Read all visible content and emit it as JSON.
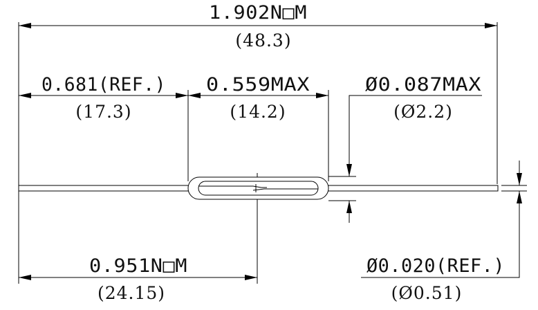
{
  "drawing": {
    "title": "",
    "colors": {
      "line": "#000000",
      "text": "#111111",
      "background": "#ffffff"
    },
    "dimensions": {
      "overall_length": {
        "imperial": "1.902N□M",
        "metric": "(48.3)"
      },
      "lead_length_left": {
        "imperial": "0.681(REF.)",
        "metric": "(17.3)"
      },
      "glass_length": {
        "imperial": "0.559MAX",
        "metric": "(14.2)"
      },
      "glass_diameter": {
        "imperial": "Ø0.087MAX",
        "metric": "(Ø2.2)"
      },
      "center_distance": {
        "imperial": "0.951N□M",
        "metric": "(24.15)"
      },
      "lead_diameter": {
        "imperial": "Ø0.020(REF.)",
        "metric": "(Ø0.51)"
      }
    }
  }
}
